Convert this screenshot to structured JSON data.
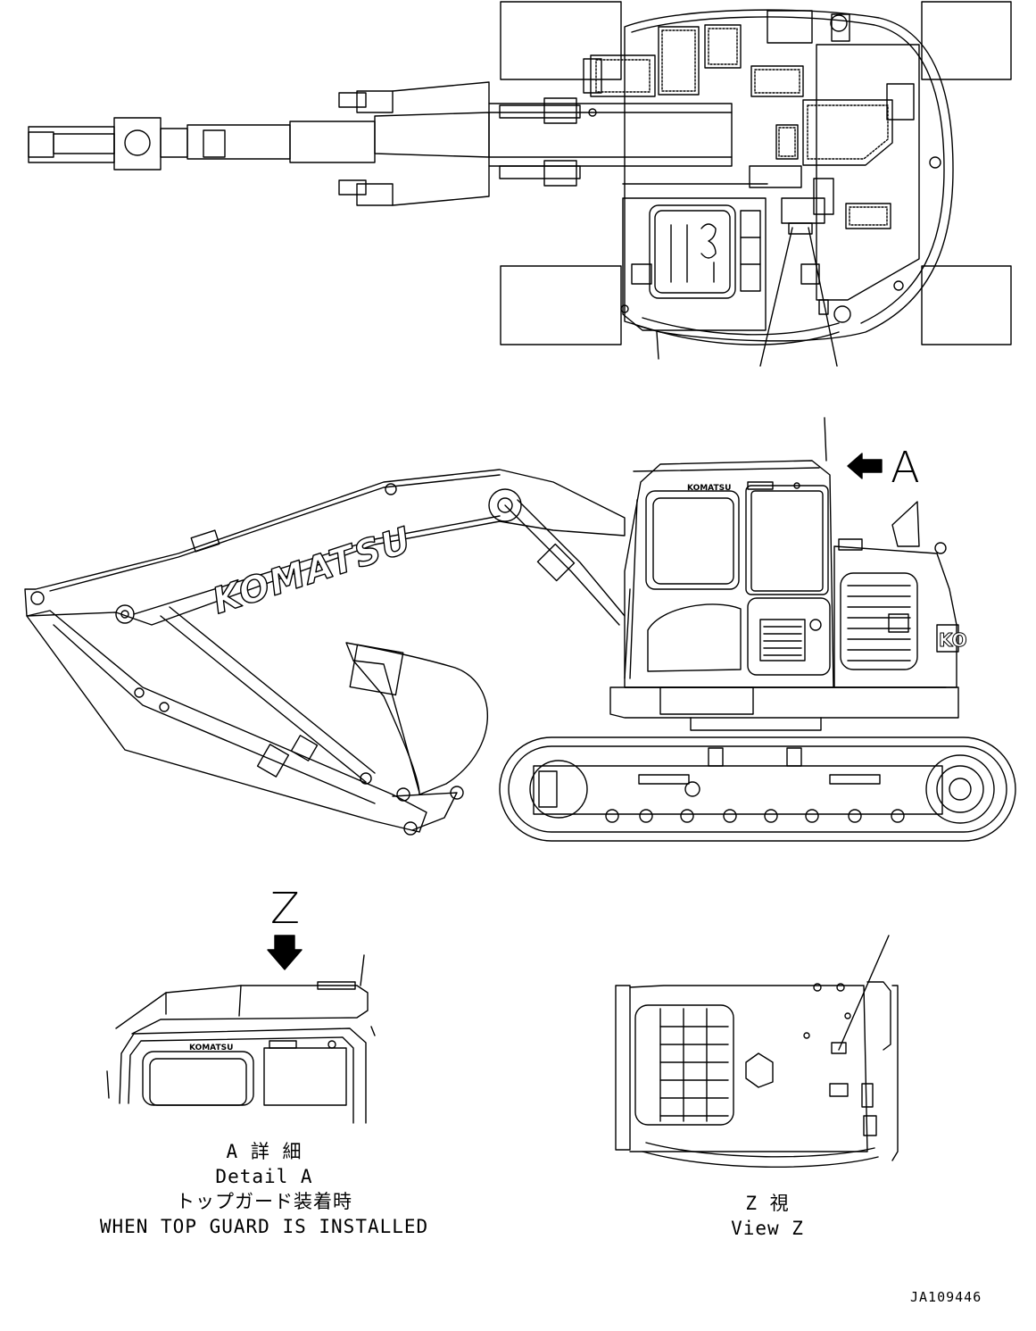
{
  "view_letters": {
    "a": "A",
    "z": "Z"
  },
  "brand": "KOMATSU",
  "detail_a": {
    "line1": "A 詳 細",
    "line2": "Detail A",
    "line3": "トップガード装着時",
    "line4": "WHEN TOP GUARD IS INSTALLED"
  },
  "view_z": {
    "line1": "Z 視",
    "line2": "View Z"
  },
  "drawing_number": "JA109446",
  "colors": {
    "line": "#000000",
    "background": "#ffffff"
  }
}
